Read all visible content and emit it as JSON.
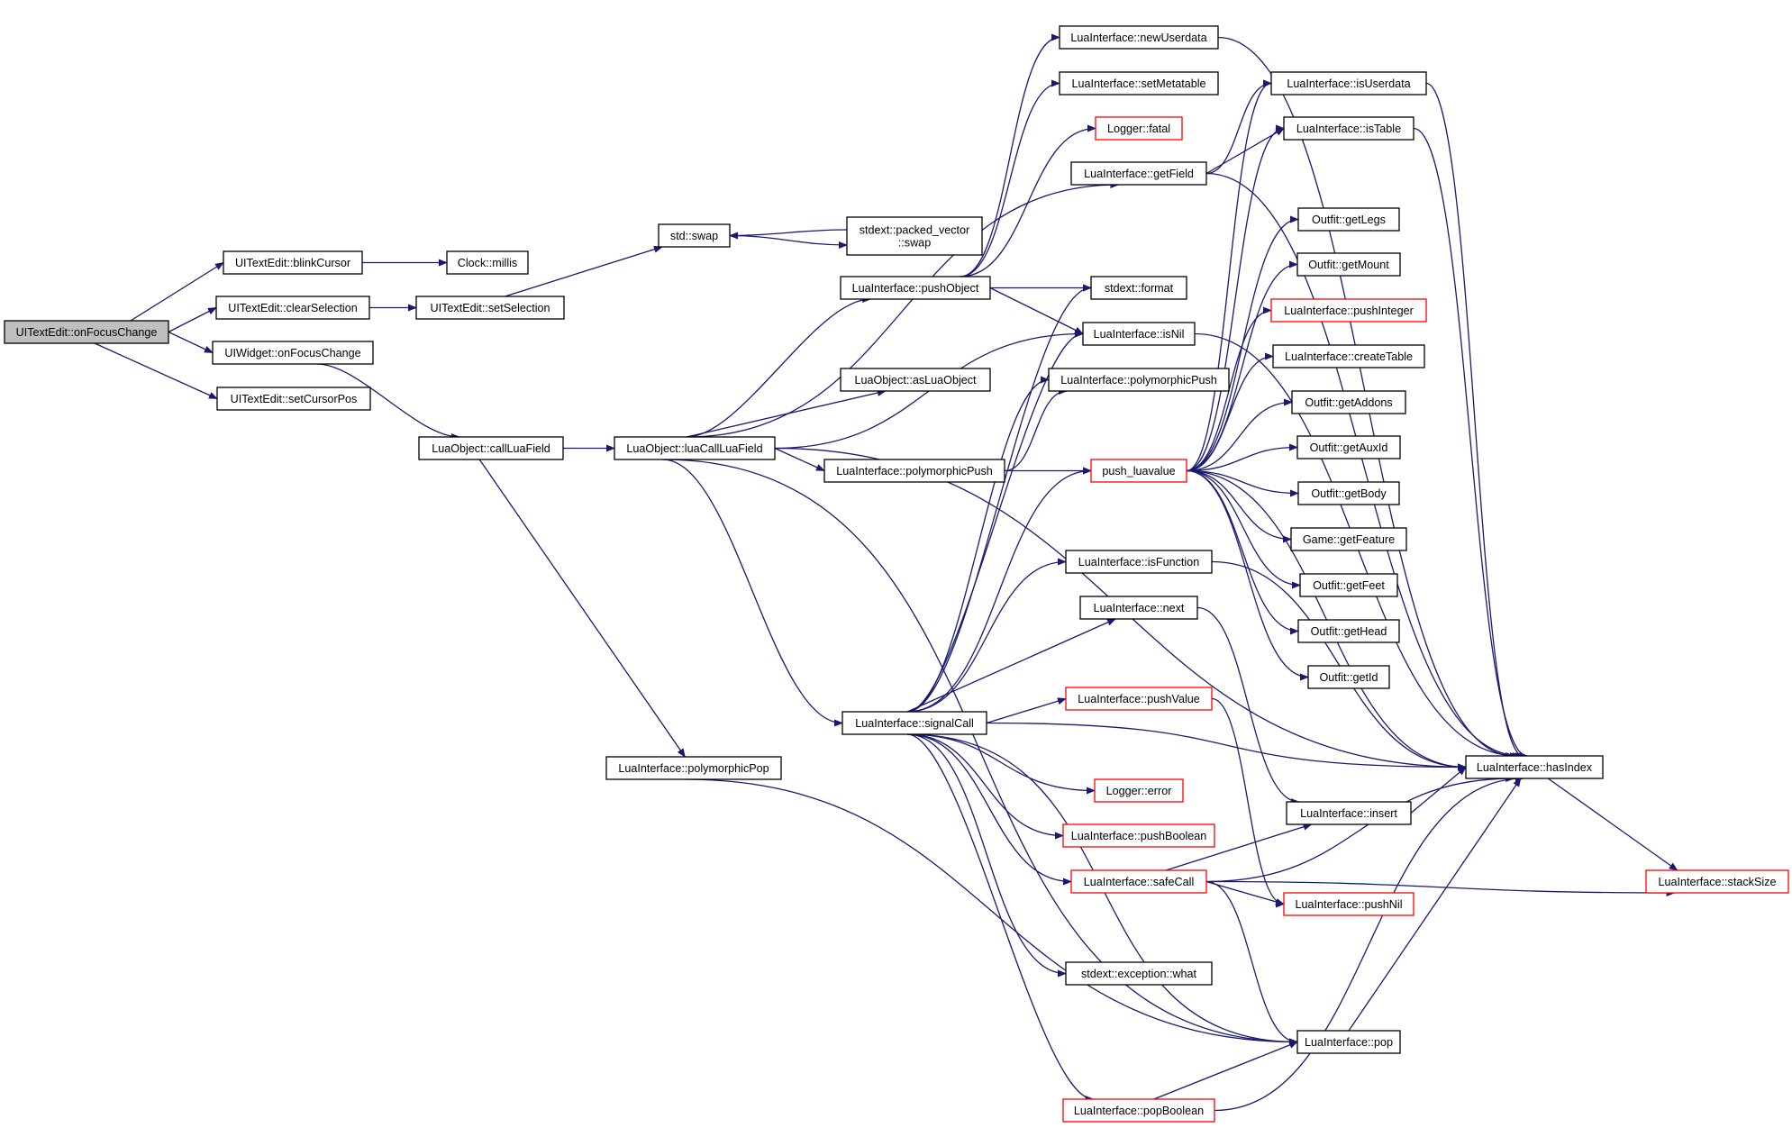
{
  "graph": {
    "colors": {
      "edge": "#191970",
      "node_border": "#000000",
      "node_border_truncated": "#ff0000",
      "root_fill": "#bfbfbf"
    },
    "nodes": {
      "onfocus_te": {
        "label": "UITextEdit::onFocusChange"
      },
      "blink": {
        "label": "UITextEdit::blinkCursor"
      },
      "clearsel": {
        "label": "UITextEdit::clearSelection"
      },
      "widgetfocus": {
        "label": "UIWidget::onFocusChange"
      },
      "setcursor": {
        "label": "UITextEdit::setCursorPos"
      },
      "millis": {
        "label": "Clock::millis"
      },
      "setsel": {
        "label": "UITextEdit::setSelection"
      },
      "stdswap": {
        "label": "std::swap"
      },
      "pvswap": {
        "label": [
          "stdext::packed_vector",
          "::swap"
        ]
      },
      "callluafield": {
        "label": "LuaObject::callLuaField"
      },
      "luacallluafield": {
        "label": "LuaObject::luaCallLuaField"
      },
      "pushobject": {
        "label": "LuaInterface::pushObject"
      },
      "asluaobject": {
        "label": "LuaObject::asLuaObject"
      },
      "polypush1": {
        "label": "LuaInterface::polymorphicPush"
      },
      "signalcall": {
        "label": "LuaInterface::signalCall"
      },
      "polypop": {
        "label": "LuaInterface::polymorphicPop"
      },
      "newuserdata": {
        "label": "LuaInterface::newUserdata"
      },
      "setmetatable": {
        "label": "LuaInterface::setMetatable"
      },
      "loggerfatal": {
        "label": "Logger::fatal"
      },
      "getfield": {
        "label": "LuaInterface::getField"
      },
      "stdextformat": {
        "label": "stdext::format"
      },
      "isnil": {
        "label": "LuaInterface::isNil"
      },
      "polypush2": {
        "label": "LuaInterface::polymorphicPush"
      },
      "pushluavalue": {
        "label": "push_luavalue"
      },
      "isfunction": {
        "label": "LuaInterface::isFunction"
      },
      "next": {
        "label": "LuaInterface::next"
      },
      "pushvalue": {
        "label": "LuaInterface::pushValue"
      },
      "loggererror": {
        "label": "Logger::error"
      },
      "pushboolean": {
        "label": "LuaInterface::pushBoolean"
      },
      "safecall": {
        "label": "LuaInterface::safeCall"
      },
      "exceptionwhat": {
        "label": "stdext::exception::what"
      },
      "popboolean": {
        "label": "LuaInterface::popBoolean"
      },
      "isuserdata": {
        "label": "LuaInterface::isUserdata"
      },
      "istable": {
        "label": "LuaInterface::isTable"
      },
      "getlegs": {
        "label": "Outfit::getLegs"
      },
      "getmount": {
        "label": "Outfit::getMount"
      },
      "pushinteger": {
        "label": "LuaInterface::pushInteger"
      },
      "createtable": {
        "label": "LuaInterface::createTable"
      },
      "getaddons": {
        "label": "Outfit::getAddons"
      },
      "getauxid": {
        "label": "Outfit::getAuxId"
      },
      "getbody": {
        "label": "Outfit::getBody"
      },
      "getfeature": {
        "label": "Game::getFeature"
      },
      "getfeet": {
        "label": "Outfit::getFeet"
      },
      "gethead": {
        "label": "Outfit::getHead"
      },
      "getid": {
        "label": "Outfit::getId"
      },
      "insert": {
        "label": "LuaInterface::insert"
      },
      "pushnil": {
        "label": "LuaInterface::pushNil"
      },
      "pop": {
        "label": "LuaInterface::pop"
      },
      "hasindex": {
        "label": "LuaInterface::hasIndex"
      },
      "stacksize": {
        "label": "LuaInterface::stackSize"
      }
    }
  }
}
